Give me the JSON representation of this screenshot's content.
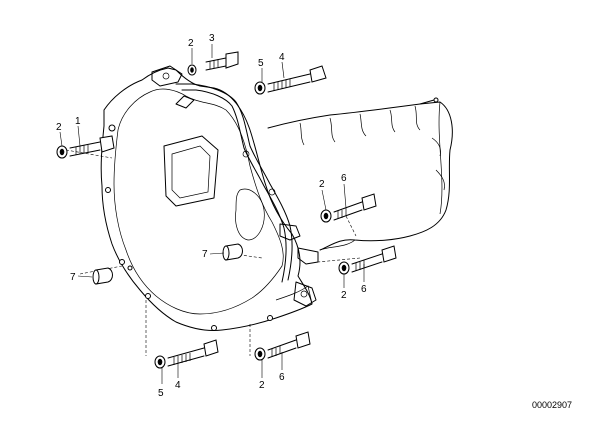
{
  "callouts": {
    "c2a": "2",
    "c3": "3",
    "c5a": "5",
    "c4a": "4",
    "c2b": "2",
    "c1": "1",
    "c2c": "2",
    "c6a": "6",
    "c7a": "7",
    "c7b": "7",
    "c2d": "2",
    "c6b": "6",
    "c5b": "5",
    "c4b": "4",
    "c2e": "2",
    "c6c": "6"
  },
  "reference_number": "00002907"
}
